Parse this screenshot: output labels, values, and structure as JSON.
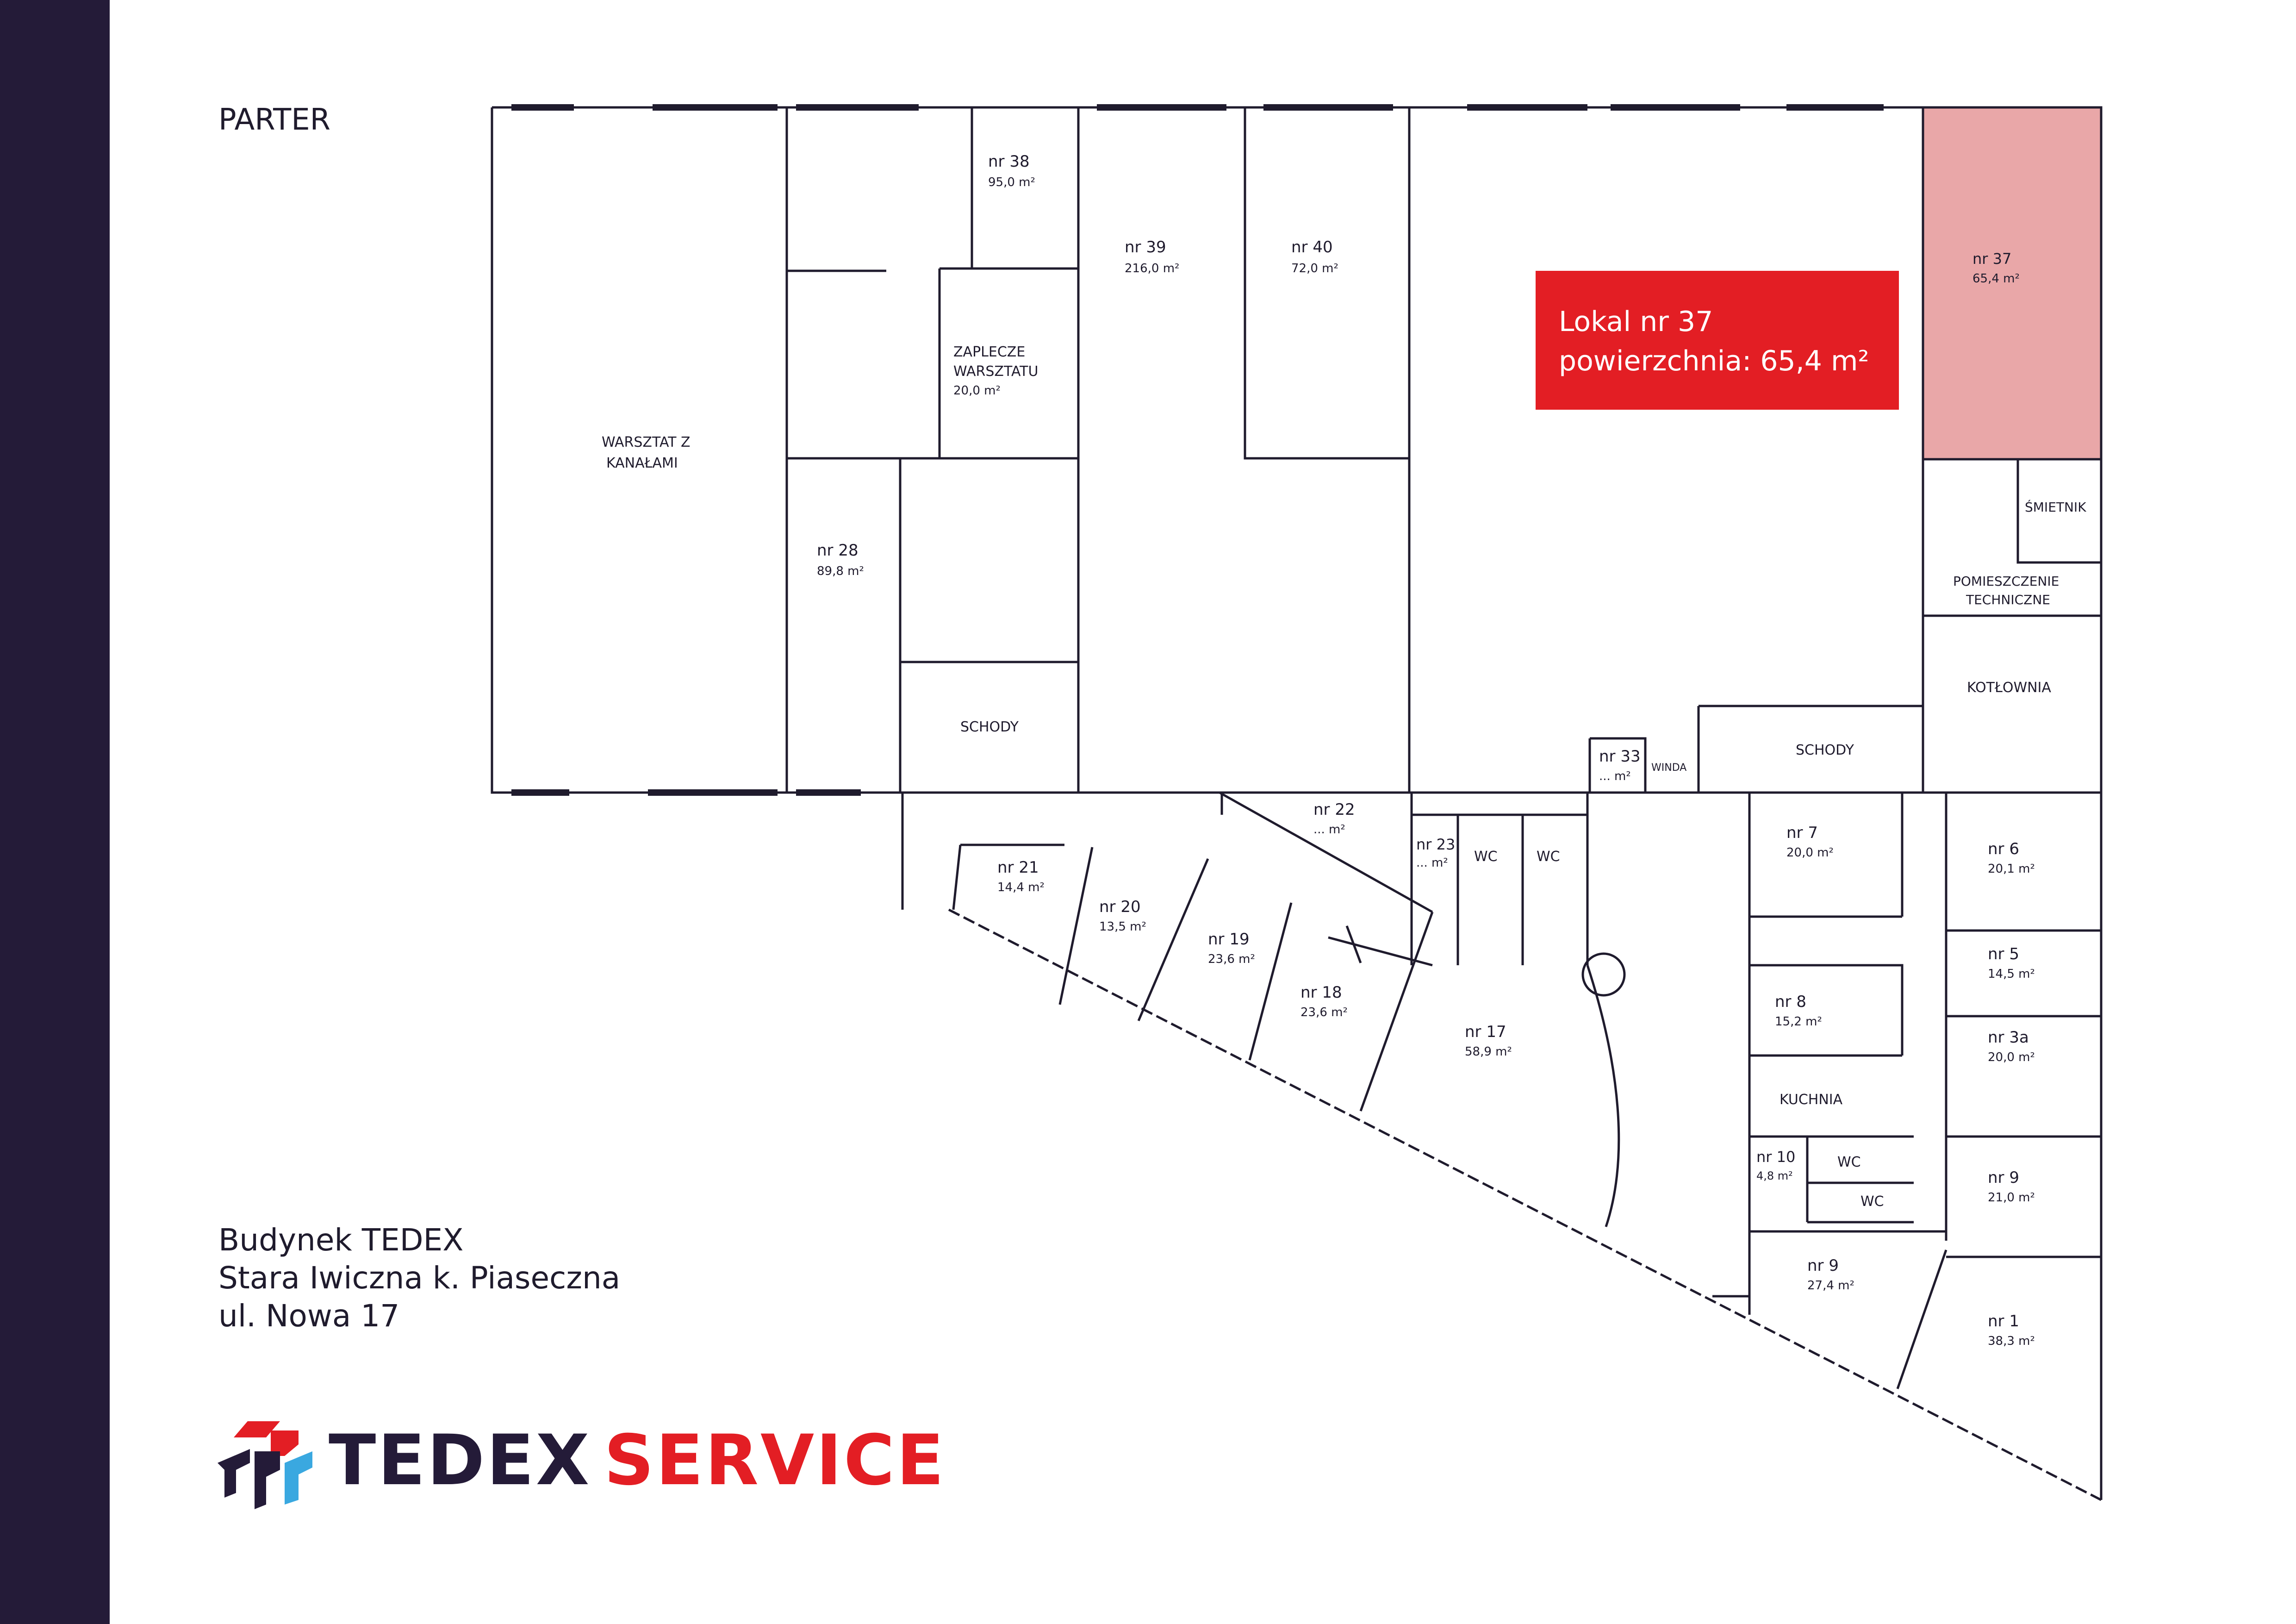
{
  "floor": "PARTER",
  "colors": {
    "sidebar": "#241b38",
    "highlight_fill": "#e9a7a8",
    "callout_fill": "#e31e24",
    "wall": "#1f1b2d",
    "brand_dark": "#241b38",
    "brand_red": "#e31e24",
    "brand_blue": "#3aa8e0"
  },
  "callout": {
    "line1": "Lokal nr 37",
    "line2": "powierzchnia: 65,4 m²"
  },
  "address": {
    "line1": "Budynek TEDEX",
    "line2": "Stara Iwiczna k. Piaseczna",
    "line3": "ul. Nowa 17"
  },
  "brand": {
    "word1": "TEDEX",
    "word2": "SERVICE",
    "logo_icon": "tedex-logo-icon"
  },
  "rooms": [
    {
      "id": "warsztat",
      "name": "WARSZTAT Z",
      "name2": "KANAŁAMI",
      "area": ""
    },
    {
      "id": "nr38",
      "name": "nr 38",
      "area": "95,0 m²"
    },
    {
      "id": "zaplecze",
      "name": "ZAPLECZE",
      "name2": "WARSZTATU",
      "area": "20,0 m²"
    },
    {
      "id": "nr39",
      "name": "nr 39",
      "area": "216,0 m²"
    },
    {
      "id": "nr40",
      "name": "nr 40",
      "area": "72,0 m²"
    },
    {
      "id": "nr37",
      "name": "nr 37",
      "area": "65,4 m²"
    },
    {
      "id": "nr28",
      "name": "nr 28",
      "area": "89,8 m²"
    },
    {
      "id": "schody1",
      "name": "SCHODY",
      "area": ""
    },
    {
      "id": "smietnik",
      "name": "ŚMIETNIK",
      "area": ""
    },
    {
      "id": "pomieszczenie",
      "name": "POMIESZCZENIE",
      "name2": "TECHNICZNE",
      "area": ""
    },
    {
      "id": "kotlownia",
      "name": "KOTŁOWNIA",
      "area": ""
    },
    {
      "id": "schody2",
      "name": "SCHODY",
      "area": ""
    },
    {
      "id": "nr33",
      "name": "nr 33",
      "area": "... m²"
    },
    {
      "id": "winda",
      "name": "WINDA",
      "area": ""
    },
    {
      "id": "nr22",
      "name": "nr 22",
      "area": "... m²"
    },
    {
      "id": "nr23",
      "name": "nr 23",
      "area": "... m²"
    },
    {
      "id": "wc1",
      "name": "WC",
      "area": ""
    },
    {
      "id": "wc2",
      "name": "WC",
      "area": ""
    },
    {
      "id": "nr21",
      "name": "nr 21",
      "area": "14,4 m²"
    },
    {
      "id": "nr20",
      "name": "nr 20",
      "area": "13,5 m²"
    },
    {
      "id": "nr19",
      "name": "nr 19",
      "area": "23,6 m²"
    },
    {
      "id": "nr18",
      "name": "nr 18",
      "area": "23,6 m²"
    },
    {
      "id": "nr17",
      "name": "nr 17",
      "area": "58,9 m²"
    },
    {
      "id": "nr7",
      "name": "nr 7",
      "area": "20,0 m²"
    },
    {
      "id": "nr6",
      "name": "nr 6",
      "area": "20,1 m²"
    },
    {
      "id": "nr5",
      "name": "nr 5",
      "area": "14,5 m²"
    },
    {
      "id": "nr8",
      "name": "nr 8",
      "area": "15,2 m²"
    },
    {
      "id": "nr3a",
      "name": "nr 3a",
      "area": "20,0 m²"
    },
    {
      "id": "kuchnia",
      "name": "KUCHNIA",
      "area": ""
    },
    {
      "id": "nr10",
      "name": "nr 10",
      "area": "4,8 m²"
    },
    {
      "id": "wc3",
      "name": "WC",
      "area": ""
    },
    {
      "id": "wc4",
      "name": "WC",
      "area": ""
    },
    {
      "id": "nr9a",
      "name": "nr 9",
      "area": "21,0 m²"
    },
    {
      "id": "nr9b",
      "name": "nr 9",
      "area": "27,4 m²"
    },
    {
      "id": "nr1",
      "name": "nr 1",
      "area": "38,3 m²"
    }
  ]
}
